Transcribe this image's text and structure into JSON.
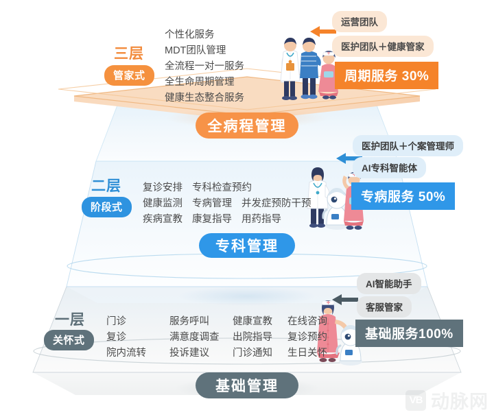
{
  "tiers": [
    {
      "id": "tier3",
      "number": "三层",
      "style_pill": "管家式",
      "center_label": "全病程管理",
      "services": [
        [
          "个性化服务"
        ],
        [
          "MDT团队管理"
        ],
        [
          "全流程一对一服务"
        ],
        [
          "全生命周期管理"
        ],
        [
          "健康生态整合服务"
        ]
      ],
      "roles": [
        "运营团队",
        "医护团队＋健康管家"
      ],
      "percent_label": "周期服务 30%",
      "accent": "#F28B3C",
      "pill_color": "#F5913E",
      "center_color": "#F79348",
      "role_bg": "#FBE7D5",
      "role_text": "#4a4a4a",
      "pct_bg": "#F5832A",
      "arrow_color": "#F5832A"
    },
    {
      "id": "tier2",
      "number": "二层",
      "style_pill": "阶段式",
      "center_label": "专科管理",
      "services": [
        [
          "复诊安排",
          "专科检查预约"
        ],
        [
          "健康监测",
          "专病管理",
          "并发症预防干预"
        ],
        [
          "疾病宣教",
          "康复指导",
          "用药指导"
        ]
      ],
      "roles": [
        "医护团队＋个案管理师",
        "AI专科智能体"
      ],
      "percent_label": "专病服务 50%",
      "accent": "#2F8FD6",
      "pill_color": "#2E93E0",
      "center_color": "#2F97E8",
      "role_bg": "#DFEEF9",
      "role_text": "#3b3b3b",
      "pct_bg": "#2F97E8",
      "arrow_color": "#2F8FD6"
    },
    {
      "id": "tier1",
      "number": "一层",
      "style_pill": "关怀式",
      "center_label": "基础管理",
      "services": [
        [
          "门诊",
          "服务呼叫",
          "健康宣教",
          "在线咨询"
        ],
        [
          "复诊",
          "满意度调查",
          "出院指导",
          "复诊预约"
        ],
        [
          "院内流转",
          "投诉建议",
          "门诊通知",
          "生日关怀"
        ]
      ],
      "roles": [
        "AI智能助手",
        "客服管家"
      ],
      "percent_label": "基础服务100%",
      "accent": "#5D6F78",
      "pill_color": "#5F727B",
      "center_color": "#5F727B",
      "role_bg": "#E4E6E7",
      "role_text": "#3b3b3b",
      "pct_bg": "#5F727B",
      "arrow_color": "#4A5A63"
    }
  ],
  "watermark": {
    "badge": "VB",
    "text": "动脉网"
  }
}
